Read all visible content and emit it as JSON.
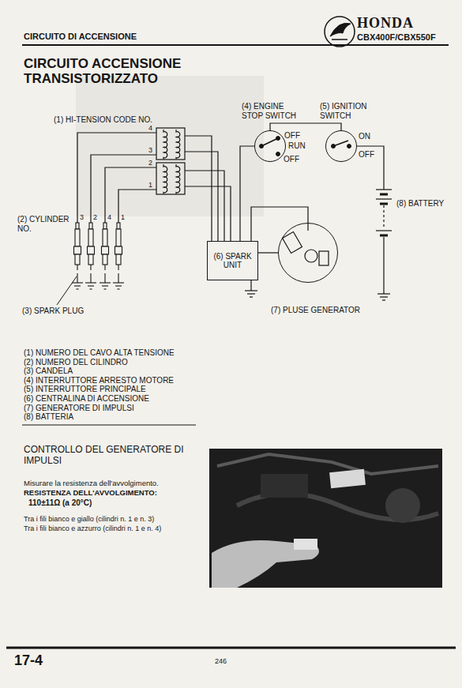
{
  "diagram": {
    "title": "CIRCUITO ACCENSIONE TRANSISTORIZZATO",
    "nodes": [
      {
        "text": [
          "(6) SPARK UNIT"
        ]
      },
      {
        "text": [
          "(4) ENGINE STOP SWITCH",
          "OFF",
          "RUN",
          "OFF"
        ]
      },
      {
        "text": [
          "(5) IGNITION SWITCH",
          "ON",
          "OFF"
        ]
      },
      {
        "text": [
          "(7) PLUSE GENERATOR"
        ]
      }
    ],
    "edges": [
      {
        "from": 0,
        "to": 1,
        "arrow": "none"
      },
      {
        "from": 1,
        "to": 2,
        "arrow": "none"
      },
      {
        "from": 0,
        "to": 3,
        "arrow": "none"
      },
      {
        "from": 0,
        "to": 3,
        "arrow": "none"
      }
    ],
    "labels": [
      "CIRCUITO DI ACCENSIONE",
      "HONDA",
      "CBX400F/CBX550F",
      "(1) HI-TENSION CODE NO.",
      "4",
      "3",
      "2",
      "1",
      "(2) CYLINDER NO.",
      "3",
      "2",
      "4",
      "1",
      "(3) SPARK PLUG",
      "(8) BATTERY",
      "(1) NUMERO DEL CAVO ALTA TENSIONE",
      "(2) NUMERO DEL CILINDRO",
      "(3) CANDELA",
      "(4) INTERRUTTORE ARRESTO MOTORE",
      "(5) INTERRUTTORE PRINCIPALE",
      "(6) CENTRALINA DI ACCENSIONE",
      "(7) GENERATORE DI IMPULSI",
      "(8) BATTERIA",
      "CONTROLLO DEL GENERATORE DI IMPULSI",
      "Misurare la resistenza dell'avvolgimento.",
      "RESISTENZA DELL'AVVOLGIMENTO:",
      "110±11Ω (a 20°C)",
      "Tra i fili bianco e giallo (cilindri n. 1 e n. 3)",
      "Tra i fili bianco e azzurro (cilindri n. 1 e n. 4)",
      "17-4",
      "246"
    ]
  }
}
